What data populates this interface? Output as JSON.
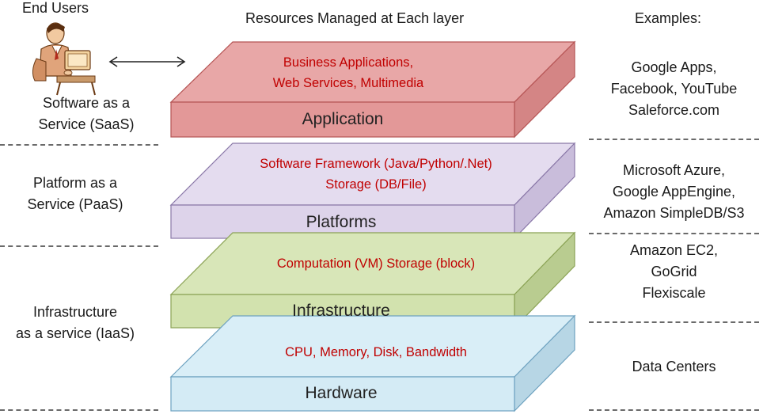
{
  "headers": {
    "end_users": "End Users",
    "resources": "Resources Managed at Each layer",
    "examples": "Examples:"
  },
  "service_models": [
    {
      "line1": "Software as a",
      "line2": "Service (SaaS)"
    },
    {
      "line1": "Platform as a",
      "line2": "Service (PaaS)"
    },
    {
      "line1": "Infrastructure",
      "line2": "as a service (IaaS)"
    }
  ],
  "layers": [
    {
      "name": "Application",
      "resources_line1": "Business Applications,",
      "resources_line2": "Web Services,  Multimedia",
      "color_top": "#e8a7a7",
      "color_front": "#e39898",
      "color_side": "#d48585",
      "stroke": "#b55454"
    },
    {
      "name": "Platforms",
      "resources_line1": "Software Framework (Java/Python/.Net)",
      "resources_line2": "Storage (DB/File)",
      "color_top": "#e4dcef",
      "color_front": "#ddd3ea",
      "color_side": "#c9bddb",
      "stroke": "#8a78a8"
    },
    {
      "name": "Infrastructure",
      "resources_line1": "Computation (VM)  Storage (block)",
      "resources_line2": "",
      "color_top": "#d8e6b8",
      "color_front": "#d2e2ae",
      "color_side": "#b9cc90",
      "stroke": "#8aa254"
    },
    {
      "name": "Hardware",
      "resources_line1": "CPU, Memory, Disk, Bandwidth",
      "resources_line2": "",
      "color_top": "#d9eef7",
      "color_front": "#d4ebf5",
      "color_side": "#b7d6e5",
      "stroke": "#6ea2c0"
    }
  ],
  "examples": [
    {
      "line1": "Google Apps,",
      "line2": "Facebook, YouTube",
      "line3": "Saleforce.com"
    },
    {
      "line1": "Microsoft Azure,",
      "line2": "Google AppEngine,",
      "line3": "Amazon SimpleDB/S3"
    },
    {
      "line1": "Amazon EC2,",
      "line2": "GoGrid",
      "line3": "Flexiscale"
    },
    {
      "line1": "Data Centers",
      "line2": "",
      "line3": ""
    }
  ],
  "icons": {
    "user": "end-user-clipart-icon",
    "arrow": "double-headed-arrow-icon"
  }
}
